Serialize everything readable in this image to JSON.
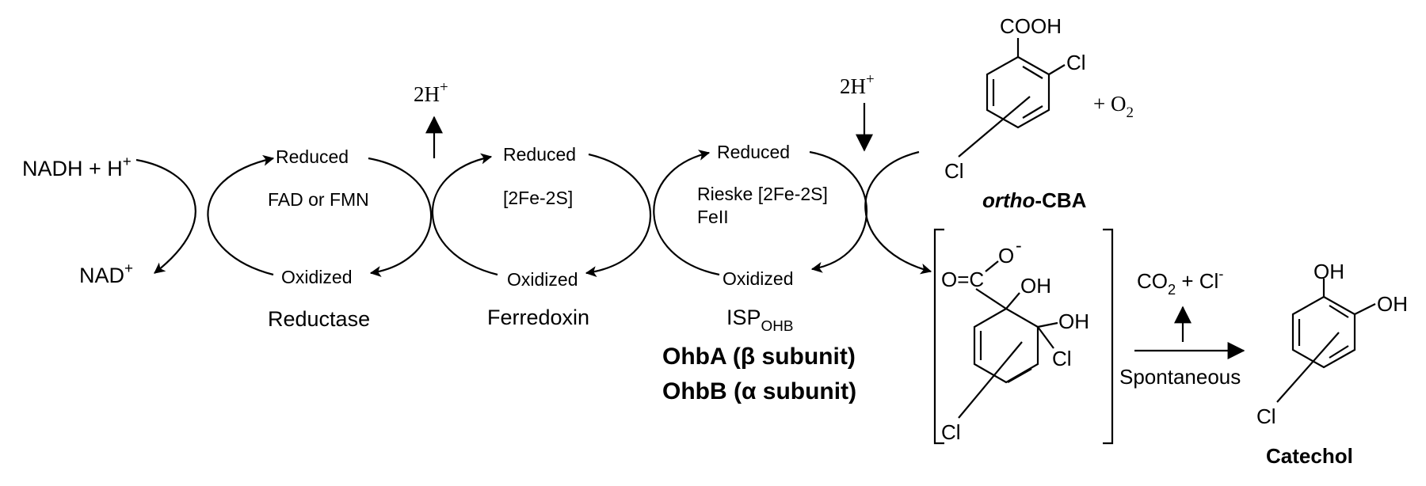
{
  "electron_transfer": {
    "nadh_label": "NADH + H",
    "nadh_sup": "+",
    "nad_label": "NAD",
    "nad_sup": "+",
    "reductase": {
      "reduced": "Reduced",
      "cofactor": "FAD or FMN",
      "oxidized": "Oxidized",
      "name": "Reductase"
    },
    "ferredoxin": {
      "reduced": "Reduced",
      "cofactor": "[2Fe-2S]",
      "oxidized": "Oxidized",
      "name": "Ferredoxin"
    },
    "isp": {
      "reduced": "Reduced",
      "cofactor_line1": "Rieske [2Fe-2S]",
      "cofactor_line2": "FeII",
      "oxidized": "Oxidized",
      "name": "ISP",
      "name_sub": "OHB",
      "subunit_a": "OhbA (β subunit)",
      "subunit_b": "OhbB (α subunit)"
    },
    "proton_out": {
      "label": "2H",
      "sup": "+"
    },
    "proton_in": {
      "label": "2H",
      "sup": "+"
    }
  },
  "substrate": {
    "carboxyl": "COOH",
    "chloro_1": "Cl",
    "chloro_2": "Cl",
    "name_italic": "ortho",
    "name_rest": "-CBA",
    "plus_o2": "+ O",
    "o2_sub": "2"
  },
  "intermediate": {
    "carboxylate": "O=C",
    "carboxylate_o": "O",
    "carboxylate_charge": "-",
    "oh_1": "OH",
    "oh_2": "OH",
    "chloro_1": "Cl",
    "chloro_2": "Cl"
  },
  "conversion": {
    "byproducts": "CO",
    "byproducts_sub": "2",
    "byproducts_rest": " + Cl",
    "byproducts_charge": "-",
    "arrow_label": "Spontaneous"
  },
  "product": {
    "oh_1": "OH",
    "oh_2": "OH",
    "chloro": "Cl",
    "name": "Catechol"
  }
}
